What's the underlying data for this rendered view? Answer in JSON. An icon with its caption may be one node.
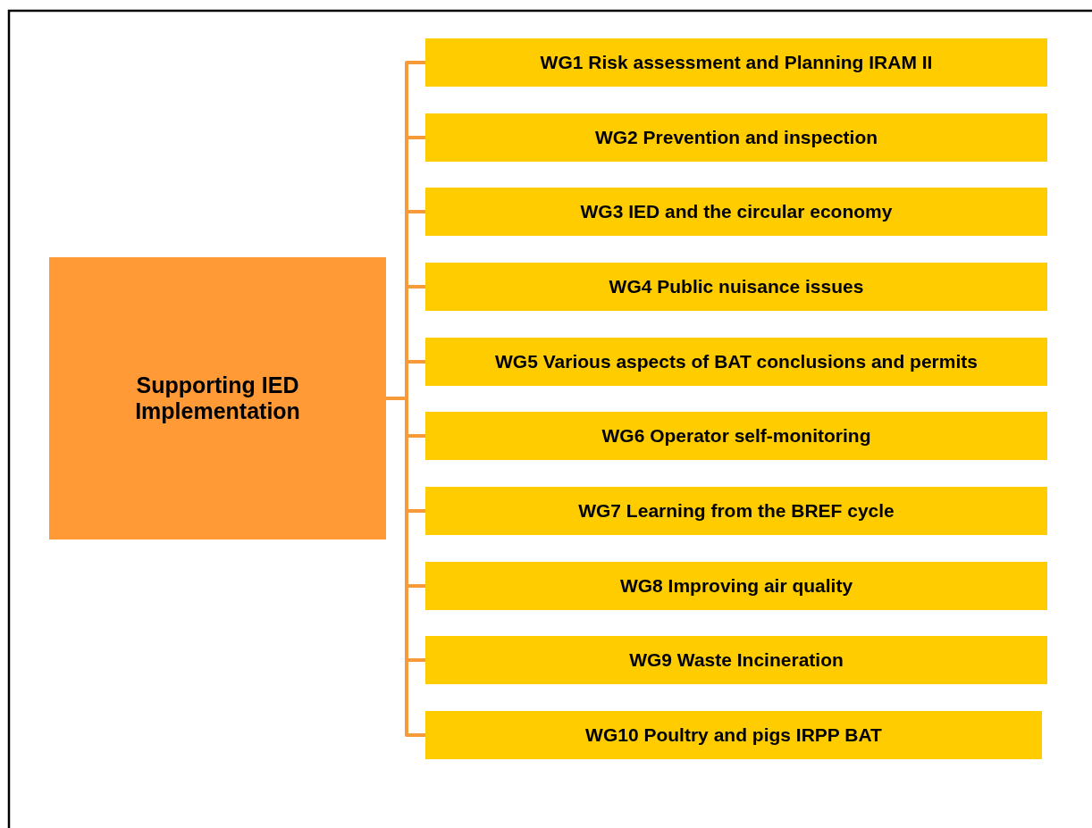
{
  "diagram": {
    "nodes": [
      {
        "text": [
          "Supporting IED Implementation"
        ]
      },
      {
        "text": [
          "WG1 Risk assessment and Planning IRAM II"
        ]
      },
      {
        "text": [
          "WG2 Prevention and inspection"
        ]
      },
      {
        "text": [
          "WG3 IED and the circular economy"
        ]
      },
      {
        "text": [
          "WG4 Public nuisance issues"
        ]
      },
      {
        "text": [
          "WG5 Various aspects of BAT conclusions and permits"
        ]
      },
      {
        "text": [
          "WG6 Operator self-monitoring"
        ]
      },
      {
        "text": [
          "WG7 Learning from the BREF cycle"
        ]
      },
      {
        "text": [
          "WG8 Improving air quality"
        ]
      },
      {
        "text": [
          "WG9 Waste Incineration"
        ]
      },
      {
        "text": [
          "WG10 Poultry and pigs IRPP BAT"
        ]
      }
    ],
    "edges": [
      {
        "from": 0,
        "to": 1,
        "arrow": "none"
      },
      {
        "from": 0,
        "to": 2,
        "arrow": "none"
      },
      {
        "from": 0,
        "to": 3,
        "arrow": "none"
      },
      {
        "from": 0,
        "to": 4,
        "arrow": "none"
      },
      {
        "from": 0,
        "to": 5,
        "arrow": "none"
      },
      {
        "from": 0,
        "to": 6,
        "arrow": "none"
      },
      {
        "from": 0,
        "to": 7,
        "arrow": "none"
      },
      {
        "from": 0,
        "to": 8,
        "arrow": "none"
      },
      {
        "from": 0,
        "to": 9,
        "arrow": "none"
      },
      {
        "from": 0,
        "to": 10,
        "arrow": "none"
      }
    ]
  }
}
